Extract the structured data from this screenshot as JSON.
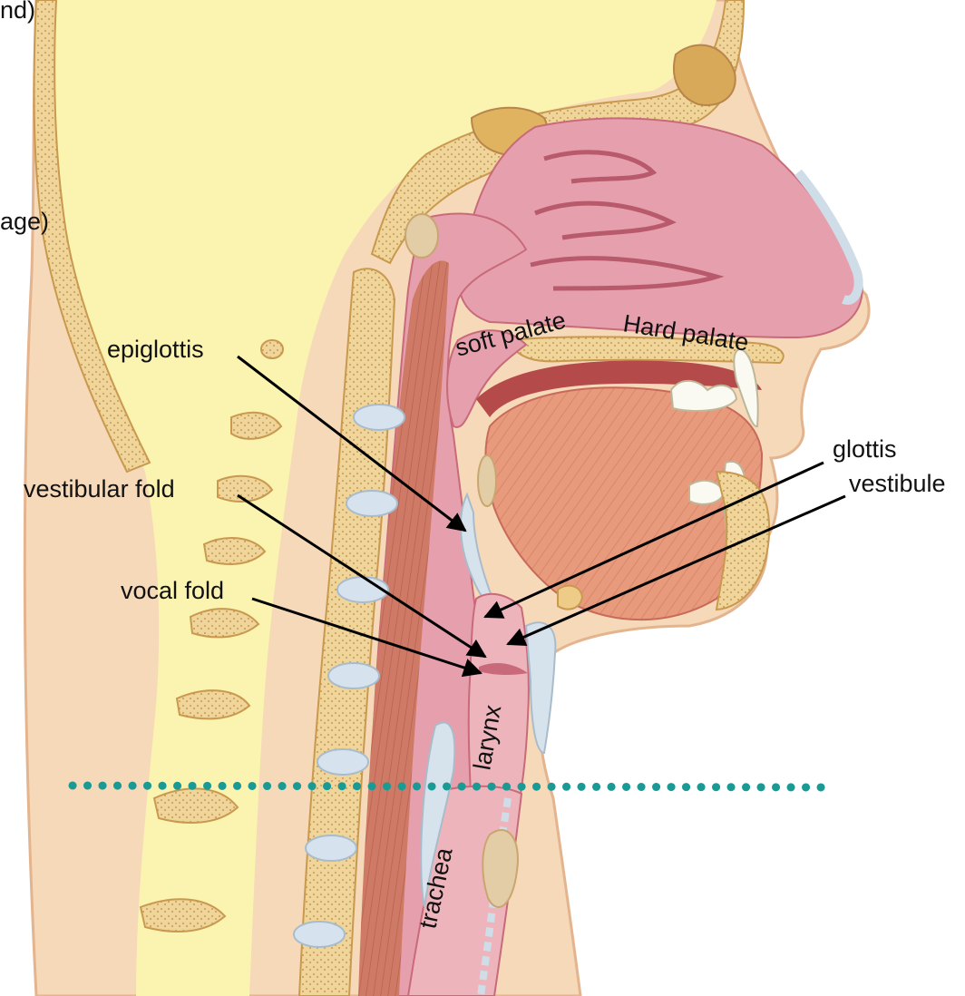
{
  "labels": {
    "cut_top": "nd)",
    "cut_mid": "age)",
    "epiglottis": "epiglottis",
    "vestibular_fold": "vestibular fold",
    "vocal_fold": "vocal fold",
    "soft_palate": "soft palate",
    "hard_palate": "Hard palate",
    "glottis": "glottis",
    "vestibule": "vestibule",
    "larynx": "larynx",
    "trachea": "trachea"
  },
  "colors": {
    "background": "#ffffff",
    "skin": "#f6d9b8",
    "skin_edge": "#e3b48e",
    "brain": "#fbf3b0",
    "bone": "#eecb86",
    "bone_edge": "#c9994f",
    "disc": "#d6e3ee",
    "mucosa": "#e6a0ad",
    "mucosa_dark": "#c86a7a",
    "muscle": "#d9866d",
    "tongue": "#e89a7d",
    "tooth": "#fbfaf2",
    "cartilage": "#d7e3ec",
    "trachea": "#eeb4bc",
    "arrow": "#000000",
    "dotted_line": "#1a9a94"
  },
  "icons": {
    "arrowhead": "arrowhead-icon"
  }
}
